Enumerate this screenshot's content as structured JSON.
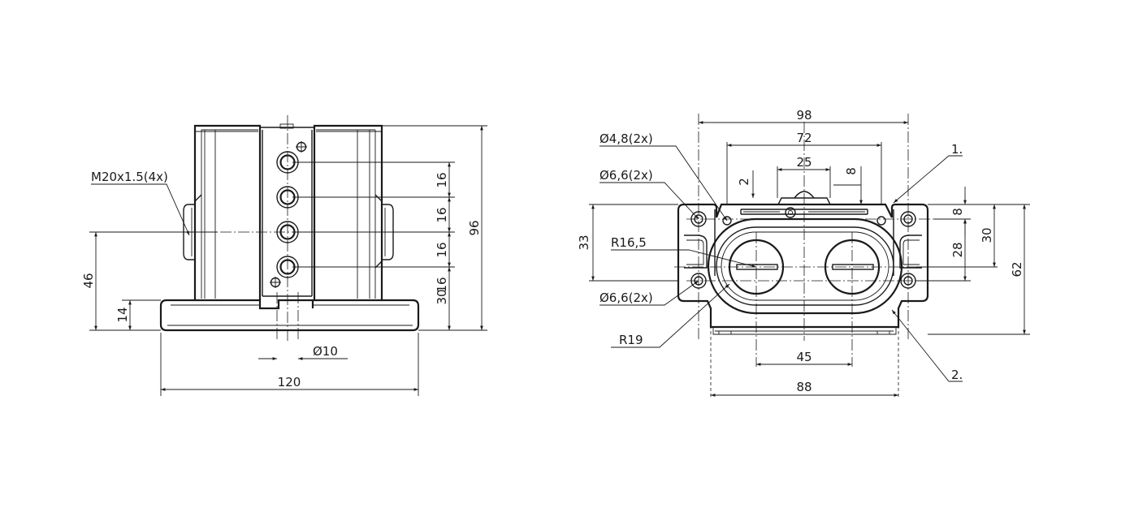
{
  "front_view": {
    "thread_label": "M20x1.5(4x)",
    "dim_pitch_1": "16",
    "dim_pitch_2": "16",
    "dim_pitch_3": "16",
    "dim_pitch_4": "16",
    "dim_30": "30",
    "dim_96": "96",
    "dim_46": "46",
    "dim_14": "14",
    "dim_dia10": "Ø10",
    "dim_120": "120"
  },
  "side_view": {
    "dim_98": "98",
    "dim_72": "72",
    "dim_25": "25",
    "dim_2": "2",
    "dim_8_top": "8",
    "label_dia48": "Ø4,8(2x)",
    "label_dia66_top": "Ø6,6(2x)",
    "label_r165": "R16,5",
    "label_dia66_bottom": "Ø6,6(2x)",
    "label_r19": "R19",
    "dim_33": "33",
    "dim_8_right": "8",
    "dim_30_right": "30",
    "dim_28": "28",
    "dim_62": "62",
    "dim_45": "45",
    "dim_88": "88",
    "callout_1": "1.",
    "callout_2": "2."
  }
}
